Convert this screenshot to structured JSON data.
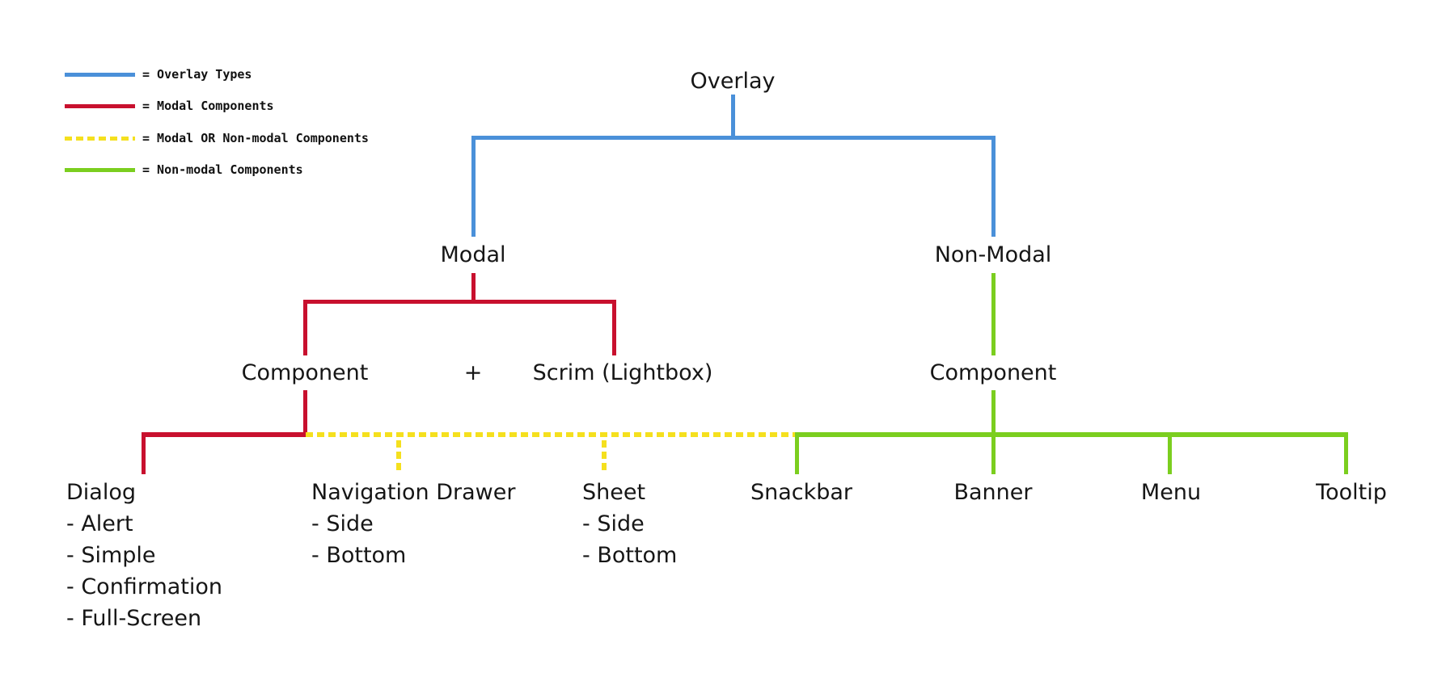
{
  "colors": {
    "overlay_types": "#4A90D9",
    "modal_components": "#C8102E",
    "modal_or_nonmodal_components": "#F5E01E",
    "nonmodal_components": "#7BCE1F"
  },
  "legend": {
    "items": [
      {
        "label": "= Overlay Types",
        "style": "solid",
        "color": "overlay_types"
      },
      {
        "label": "= Modal Components",
        "style": "solid",
        "color": "modal_components"
      },
      {
        "label": "= Modal OR Non-modal Components",
        "style": "dashed",
        "color": "modal_or_nonmodal_components"
      },
      {
        "label": "= Non-modal Components",
        "style": "solid",
        "color": "nonmodal_components"
      }
    ]
  },
  "tree": {
    "overlay": "Overlay",
    "modal": "Modal",
    "non_modal": "Non-Modal",
    "modal_branch": {
      "component": "Component",
      "plus": "+",
      "scrim": "Scrim (Lightbox)"
    },
    "nonmodal_branch": {
      "component": "Component"
    },
    "leaves": {
      "dialog": {
        "label": "Dialog",
        "items": [
          "- Alert",
          "- Simple",
          "- Confirmation",
          "- Full-Screen"
        ]
      },
      "navigation_drawer": {
        "label": "Navigation Drawer",
        "items": [
          "- Side",
          "- Bottom"
        ]
      },
      "sheet": {
        "label": "Sheet",
        "items": [
          "- Side",
          "- Bottom"
        ]
      },
      "snackbar": {
        "label": "Snackbar"
      },
      "banner": {
        "label": "Banner"
      },
      "menu": {
        "label": "Menu"
      },
      "tooltip": {
        "label": "Tooltip"
      }
    }
  }
}
